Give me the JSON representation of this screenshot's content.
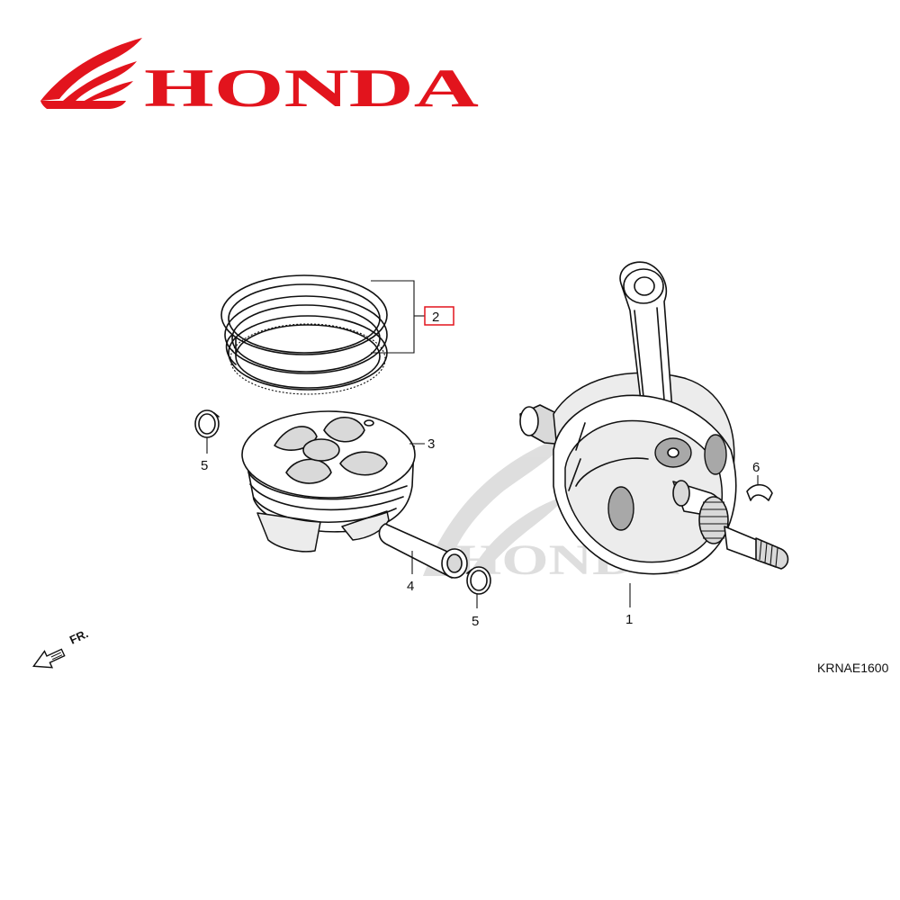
{
  "brand": {
    "name": "HONDA",
    "color": "#e2141d"
  },
  "watermark": {
    "name": "HONDA",
    "color": "#bdbdbd"
  },
  "callouts": {
    "crankshaft": "1",
    "piston_ring_set": "2",
    "piston": "3",
    "piston_pin": "4",
    "pin_clip_left": "5",
    "pin_clip_right": "5",
    "woodruff_key": "6"
  },
  "direction_indicator": {
    "label": "FR.",
    "icon": "arrow-front-icon"
  },
  "diagram_code": "KRNAE1600",
  "highlight_color": "#e2141d"
}
